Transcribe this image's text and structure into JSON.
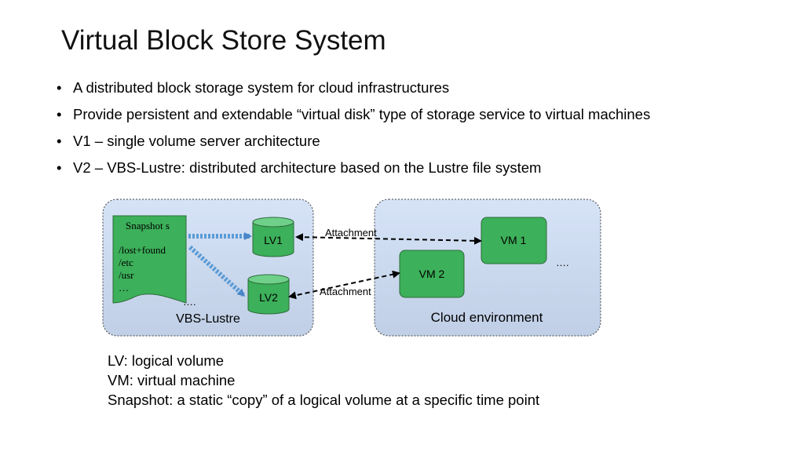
{
  "title": "Virtual Block Store System",
  "bullets": [
    "A distributed block storage system for cloud infrastructures",
    "Provide persistent and extendable “virtual disk” type of storage service to virtual machines",
    "V1 – single volume server architecture",
    "V2 – VBS-Lustre: distributed architecture based on the Lustre file system"
  ],
  "bullet_marker": "•",
  "diagram": {
    "left_panel_label": "VBS-Lustre",
    "right_panel_label": "Cloud environment",
    "snapshot": {
      "title": "Snapshot s",
      "lines": [
        "/lost+found",
        "/etc",
        "/usr",
        "…"
      ]
    },
    "snapshot_more": "….",
    "volumes": [
      "LV1",
      "LV2"
    ],
    "vms": [
      "VM 1",
      "VM 2"
    ],
    "vm_more": "….",
    "attachment_labels": [
      "Attachment",
      "Attachment"
    ],
    "colors": {
      "node_fill": "#3cb05a",
      "node_stroke": "#2e6b3a",
      "panel_top": "#d4e2f7",
      "panel_bottom": "#c3d2ea",
      "stream_arrow": "#5b9bd5"
    }
  },
  "legend": [
    "LV: logical volume",
    "VM: virtual machine",
    "Snapshot: a static “copy” of a logical volume at a specific time point"
  ]
}
